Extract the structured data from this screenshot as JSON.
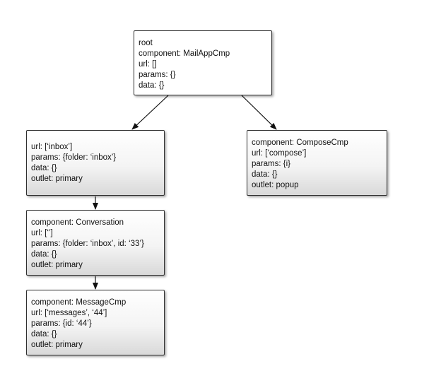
{
  "nodes": {
    "root": {
      "lines": [
        "root",
        "component: MailAppCmp",
        "url: []",
        "params: {}",
        "data: {}"
      ]
    },
    "inbox": {
      "lines": [
        "url: [‘inbox’]",
        "params: {folder: ‘inbox’}",
        "data: {}",
        "outlet: primary"
      ]
    },
    "compose": {
      "lines": [
        "component: ComposeCmp",
        "url: [‘compose’]",
        "params: {i}",
        "data: {}",
        "outlet: popup"
      ]
    },
    "conversation": {
      "lines": [
        "component: Conversation",
        "url: [‘’]",
        "params: {folder: ‘inbox’, id: ‘33’}",
        "data: {}",
        "outlet: primary"
      ]
    },
    "message": {
      "lines": [
        "component: MessageCmp",
        "url: [‘messages’, ‘44’]",
        "params: {id: ‘44’}",
        "data: {}",
        "outlet: primary"
      ]
    }
  },
  "edges": [
    {
      "from": "root",
      "to": "inbox"
    },
    {
      "from": "root",
      "to": "compose"
    },
    {
      "from": "inbox",
      "to": "conversation"
    },
    {
      "from": "conversation",
      "to": "message"
    }
  ]
}
